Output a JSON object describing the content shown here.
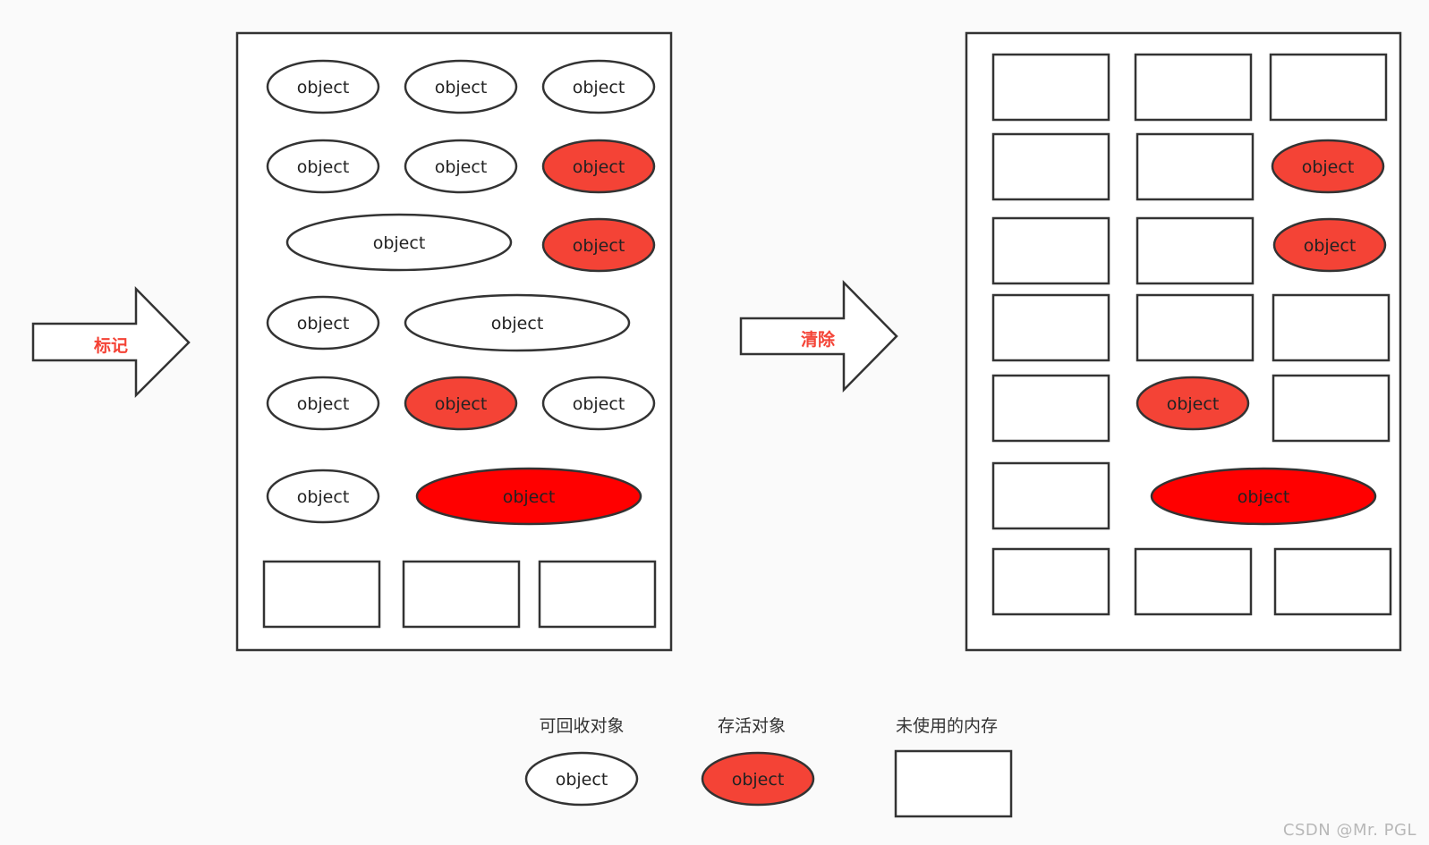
{
  "colors": {
    "stroke": "#333333",
    "reclaimable_fill": "#ffffff",
    "alive_fill": "#f44336",
    "alive_bright_fill": "#ff0000",
    "free_fill": "#ffffff",
    "arrow_label": "#f44336",
    "background": "#fafafa"
  },
  "object_label": "object",
  "arrows": {
    "mark_label": "标记",
    "sweep_label": "清除"
  },
  "panels": {
    "before": {
      "items": [
        {
          "kind": "reclaimable"
        },
        {
          "kind": "reclaimable"
        },
        {
          "kind": "reclaimable"
        },
        {
          "kind": "reclaimable"
        },
        {
          "kind": "reclaimable"
        },
        {
          "kind": "alive"
        },
        {
          "kind": "reclaimable"
        },
        {
          "kind": "alive"
        },
        {
          "kind": "reclaimable"
        },
        {
          "kind": "reclaimable"
        },
        {
          "kind": "reclaimable"
        },
        {
          "kind": "alive"
        },
        {
          "kind": "reclaimable"
        },
        {
          "kind": "reclaimable"
        },
        {
          "kind": "alive_bright"
        },
        {
          "kind": "free"
        },
        {
          "kind": "free"
        },
        {
          "kind": "free"
        }
      ]
    },
    "after": {
      "items": [
        {
          "kind": "free"
        },
        {
          "kind": "free"
        },
        {
          "kind": "free"
        },
        {
          "kind": "free"
        },
        {
          "kind": "free"
        },
        {
          "kind": "alive"
        },
        {
          "kind": "free"
        },
        {
          "kind": "free"
        },
        {
          "kind": "alive"
        },
        {
          "kind": "free"
        },
        {
          "kind": "free"
        },
        {
          "kind": "free"
        },
        {
          "kind": "free"
        },
        {
          "kind": "alive"
        },
        {
          "kind": "free"
        },
        {
          "kind": "free"
        },
        {
          "kind": "alive_bright"
        },
        {
          "kind": "free"
        },
        {
          "kind": "free"
        },
        {
          "kind": "free"
        }
      ]
    }
  },
  "legend": {
    "reclaimable_label": "可回收对象",
    "alive_label": "存活对象",
    "free_label": "未使用的内存"
  },
  "watermark": "CSDN @Mr.  PGL"
}
